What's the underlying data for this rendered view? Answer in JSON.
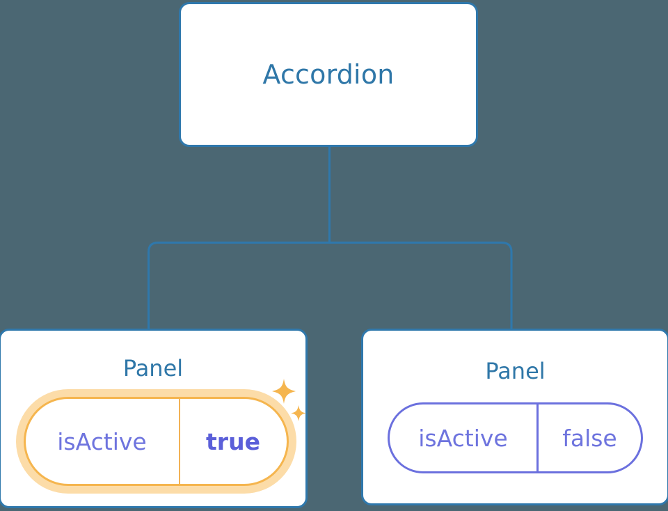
{
  "diagram": {
    "type": "component-tree",
    "background_color": "#4B6773",
    "edge_color": "#2F78AC",
    "root": {
      "label": "Accordion",
      "title_color": "#2F77A8",
      "card_border_color": "#2F78AC",
      "card_fill": "#FFFFFF"
    },
    "children": [
      {
        "label": "Panel",
        "highlighted": true,
        "prop": {
          "key": "isActive",
          "value": "true",
          "key_color": "#6E74DE",
          "value_color": "#5B5FD9",
          "value_bold": true,
          "ring_color": "#F5B54E",
          "halo_color": "#FCDCA8",
          "divider_color": "#F2B255"
        },
        "sparkles": {
          "icon": "sparkle-star-icon",
          "color": "#F5B54E",
          "count": 2
        }
      },
      {
        "label": "Panel",
        "highlighted": false,
        "prop": {
          "key": "isActive",
          "value": "false",
          "key_color": "#6E74DE",
          "value_color": "#6E74DE",
          "value_bold": false,
          "border_color": "#6B70DE",
          "divider_color": "#6B70DE"
        }
      }
    ]
  }
}
